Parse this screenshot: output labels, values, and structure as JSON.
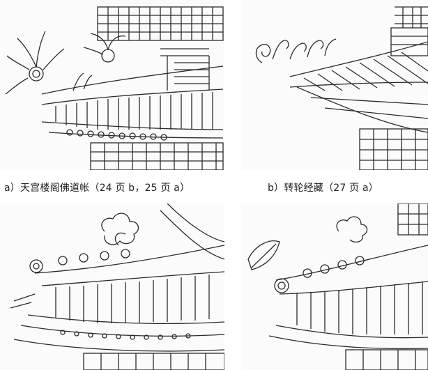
{
  "figure": {
    "captions": {
      "a": "a）天宫楼阁佛道帐（24 页 b，25 页 a）",
      "b": "b）转轮经藏（27 页 a）"
    },
    "panels": [
      {
        "id": "a",
        "content": "eave-corner-ink-drawing"
      },
      {
        "id": "b",
        "content": "eave-corner-ink-drawing"
      },
      {
        "id": "c",
        "content": "eave-corner-ink-drawing"
      },
      {
        "id": "d",
        "content": "eave-corner-ink-drawing"
      }
    ],
    "colors": {
      "ink": "#2a2a2a",
      "paper": "#fbfbfb"
    }
  }
}
